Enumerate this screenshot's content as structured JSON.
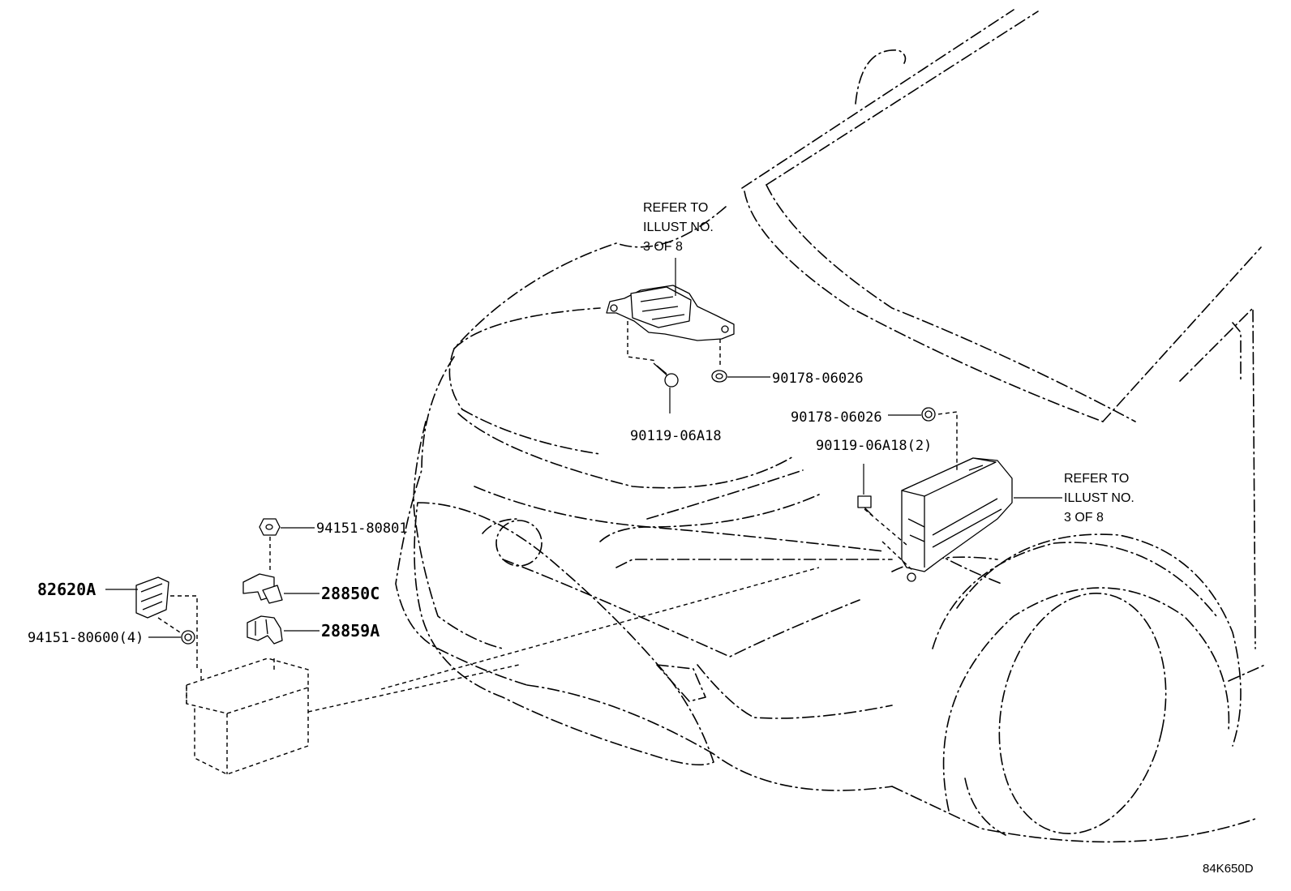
{
  "parts": {
    "p_90178_06026_top": "90178-06026",
    "p_90119_06a18_top": "90119-06A18",
    "p_90178_06026_right": "90178-06026",
    "p_90119_06a18_2": "90119-06A18(2)",
    "p_94151_80801": "94151-80801",
    "p_82620a": "82620A",
    "p_28850c": "28850C",
    "p_28859a": "28859A",
    "p_94151_80600_4": "94151-80600(4)"
  },
  "references": {
    "top": [
      "REFER TO",
      "ILLUST NO.",
      "3 OF 8"
    ],
    "right": [
      "REFER TO",
      "ILLUST NO.",
      "3 OF 8"
    ]
  },
  "illustration_code": "84K650D"
}
